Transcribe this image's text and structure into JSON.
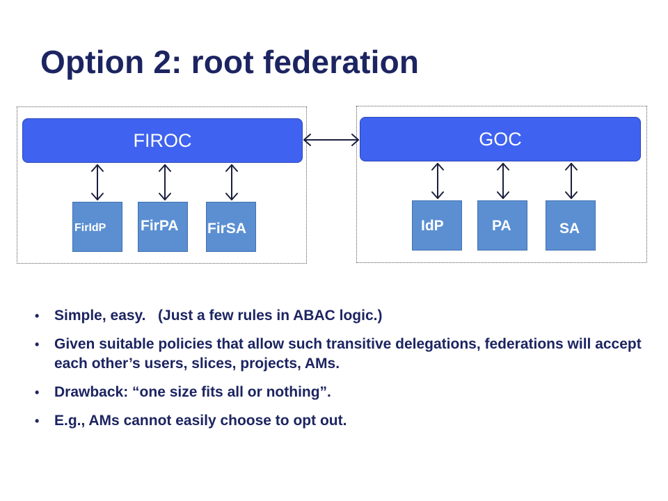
{
  "slide": {
    "title": "Option 2: root federation"
  },
  "diagram": {
    "left_group": {
      "hub": "FIROC",
      "boxes": [
        "FirIdP",
        "FirPA",
        "FirSA"
      ]
    },
    "right_group": {
      "hub": "GOC",
      "boxes": [
        "IdP",
        "PA",
        "SA"
      ]
    }
  },
  "bullets": [
    "Simple, easy.   (Just a few rules in ABAC logic.)",
    "Given suitable policies that allow such transitive delegations, federations will accept each other’s users, slices, projects, AMs.",
    "Drawback: “one size fits all or nothing”.",
    "E.g., AMs cannot easily choose to opt out."
  ],
  "colors": {
    "title": "#1c2461",
    "hub": "#3f63f0",
    "box": "#5b8fd2"
  }
}
